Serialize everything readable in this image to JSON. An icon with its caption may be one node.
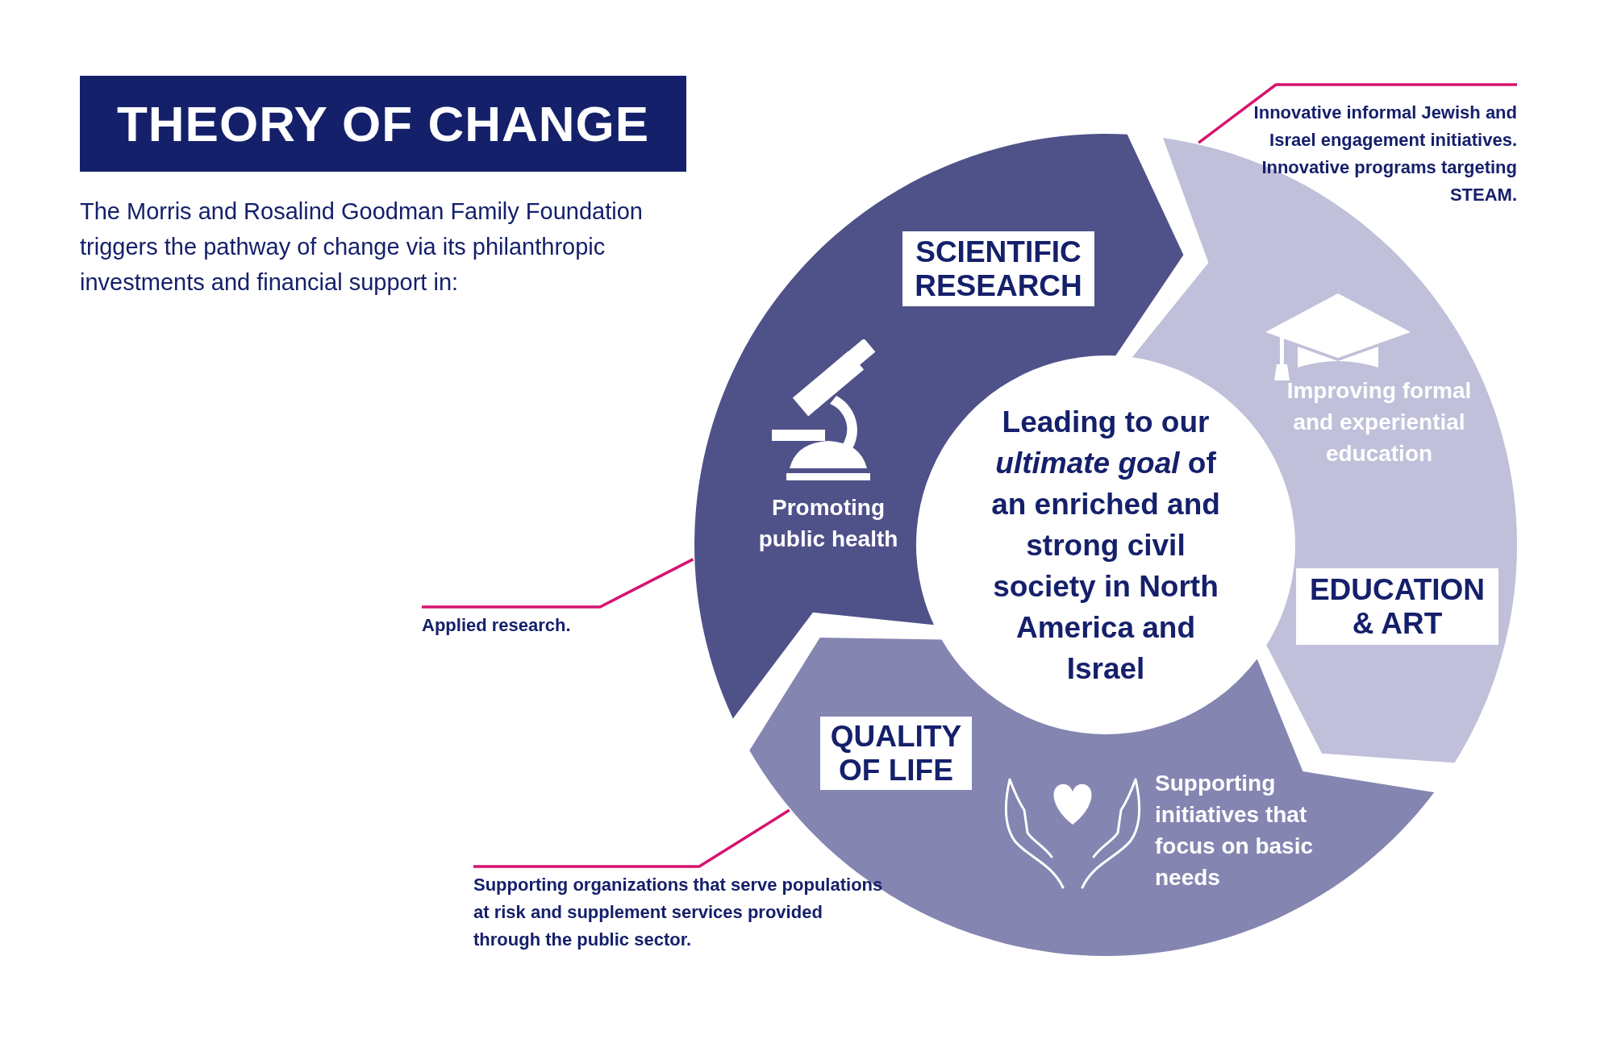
{
  "diagram": {
    "title": "THEORY OF CHANGE",
    "nodes": [
      {
        "text": [
          "SCIENTIFIC RESEARCH",
          "Promoting public health"
        ]
      },
      {
        "text": [
          "Improving formal and experiential education",
          "EDUCATION & ART"
        ]
      },
      {
        "text": [
          "QUALITY OF LIFE",
          "Supporting initiatives that focus on basic needs"
        ]
      },
      {
        "text": [
          "Leading to our *ultimate goal* of an enriched and strong civil society in North America and Israel"
        ]
      },
      {
        "text": [
          "Innovative informal Jewish and Israel engagement initiatives. Innovative programs targeting STEAM."
        ]
      },
      {
        "text": [
          "Applied research."
        ]
      },
      {
        "text": [
          "Supporting organizations that serve populations at risk and supplement services provided through the public sector."
        ]
      }
    ],
    "edges": [
      {
        "from": 4,
        "to": 1,
        "arrow": "none"
      },
      {
        "from": 5,
        "to": 0,
        "arrow": "none"
      },
      {
        "from": 6,
        "to": 2,
        "arrow": "none"
      }
    ],
    "labels": [
      "The Morris and Rosalind Goodman Family Foundation triggers the pathway of change via its philanthropic investments and financial support in:"
    ]
  }
}
